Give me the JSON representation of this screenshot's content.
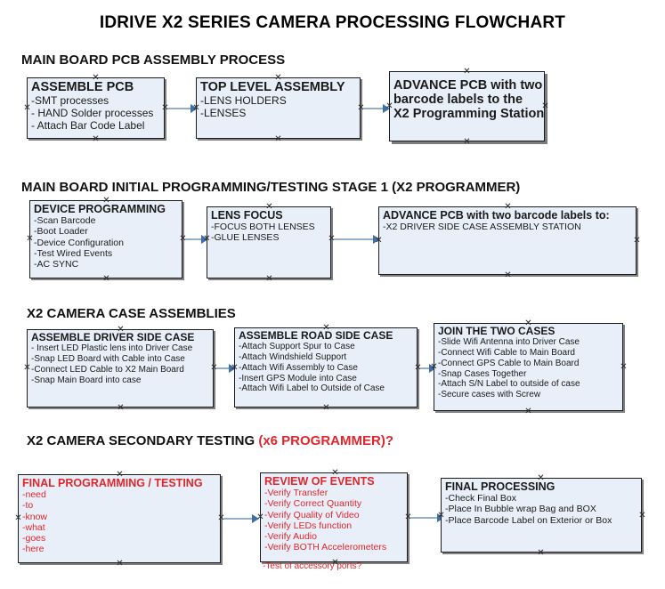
{
  "document": {
    "title": "IDRIVE X2  SERIES CAMERA PROCESSING FLOWCHART"
  },
  "colors": {
    "box_fill": "#e9eff8",
    "box_border": "#1b1b1b",
    "shadow": "#808080",
    "connector": "#93aecd",
    "arrowhead": "#3f6ea8",
    "text": "#1a1a1a",
    "accent_red": "#e0262c"
  },
  "sections": [
    {
      "heading": "MAIN BOARD PCB ASSEMBLY PROCESS",
      "heading_accent": "",
      "boxes": [
        {
          "title": "ASSEMBLE PCB",
          "items": [
            "-SMT processes",
            "- HAND Solder processes",
            "- Attach Bar Code Label"
          ]
        },
        {
          "title": "TOP LEVEL ASSEMBLY",
          "items": [
            "-LENS HOLDERS",
            "-LENSES"
          ]
        },
        {
          "title": "ADVANCE PCB with two",
          "items": [
            "barcode labels to the",
            " X2 Programming Station"
          ]
        }
      ]
    },
    {
      "heading": "MAIN BOARD INITIAL PROGRAMMING/TESTING STAGE 1 (X2 PROGRAMMER)",
      "heading_accent": "",
      "boxes": [
        {
          "title": "DEVICE PROGRAMMING",
          "items": [
            "-Scan Barcode",
            "-Boot Loader",
            "-Device Configuration",
            "-Test Wired Events",
            "-AC SYNC"
          ]
        },
        {
          "title": "LENS FOCUS",
          "items": [
            "-FOCUS BOTH LENSES",
            "-GLUE LENSES"
          ]
        },
        {
          "title": "ADVANCE PCB with two barcode labels to:",
          "items": [
            "-X2 DRIVER  SIDE  CASE  ASSEMBLY STATION"
          ]
        }
      ]
    },
    {
      "heading": "X2 CAMERA CASE ASSEMBLIES",
      "heading_accent": "",
      "boxes": [
        {
          "title": "ASSEMBLE DRIVER SIDE CASE",
          "items": [
            "- Insert LED Plastic lens into Driver Case",
            "-Snap LED Board with Cable into Case",
            "-Connect LED Cable to X2 Main Board",
            "-Snap Main Board into case"
          ]
        },
        {
          "title": "ASSEMBLE ROAD SIDE CASE",
          "items": [
            "-Attach Support Spur to Case",
            "-Attach Windshield Support",
            "-Attach Wifi Assembly to Case",
            "-Insert GPS Module into Case",
            "-Attach Wifi Label to Outside of Case"
          ]
        },
        {
          "title": "JOIN THE TWO CASES",
          "items": [
            "-Slide Wifi Antenna into Driver Case",
            "-Connect Wifi Cable to Main Board",
            "-Connect GPS Cable to Main Board",
            "-Snap Cases Together",
            "-Attach S/N Label to outside of case",
            "-Secure cases with Screw"
          ]
        }
      ]
    },
    {
      "heading": "X2 CAMERA SECONDARY TESTING",
      "heading_accent": "(x6 PROGRAMMER)?",
      "boxes": [
        {
          "title": "FINAL PROGRAMMING / TESTING",
          "items": [
            "-need",
            "-to",
            "-know",
            "-what",
            "-goes",
            "-here"
          ]
        },
        {
          "title": "REVIEW OF EVENTS",
          "items": [
            "-Verify Transfer",
            "-Verify Correct Quantity",
            "-Verify Quality of Video",
            "-Verify LEDs function",
            "-Verify Audio",
            "-Verify BOTH Accelerometers"
          ],
          "overflow_item": "-Test of accessory ports?"
        },
        {
          "title": "FINAL PROCESSING",
          "items": [
            "-Check Final Box",
            "-Place In Bubble wrap Bag and BOX",
            "-Place Barcode Label on Exterior or Box"
          ]
        }
      ]
    }
  ]
}
